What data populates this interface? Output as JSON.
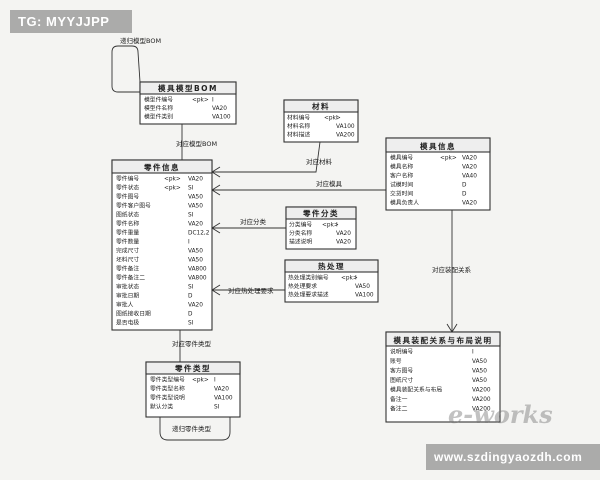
{
  "watermarks": {
    "top": "TG: MYYJJPP",
    "bottom": "www.szdingyaozdh.com"
  },
  "logo": {
    "text": "e-works"
  },
  "colors": {
    "line": "#333333",
    "fill": "#ffffff",
    "header": "#eeeeee",
    "text": "#222222"
  },
  "entities": [
    {
      "id": "bom",
      "title": "模具模型BOM",
      "rows": [
        {
          "name": "模型件编号",
          "key": "<pk>",
          "type": "I"
        },
        {
          "name": "模型件名称",
          "key": "",
          "type": "VA20"
        },
        {
          "name": "模型件类别",
          "key": "",
          "type": "VA100"
        }
      ]
    },
    {
      "id": "material",
      "title": "材料",
      "rows": [
        {
          "name": "材料编号",
          "key": "<pk>",
          "type": "I"
        },
        {
          "name": "材料名称",
          "key": "",
          "type": "VA100"
        },
        {
          "name": "材料描述",
          "key": "",
          "type": "VA200"
        }
      ]
    },
    {
      "id": "mold",
      "title": "模具信息",
      "rows": [
        {
          "name": "模具编号",
          "key": "<pk>",
          "type": "VA20"
        },
        {
          "name": "模具名称",
          "key": "",
          "type": "VA20"
        },
        {
          "name": "客户名称",
          "key": "",
          "type": "VA40"
        },
        {
          "name": "试模时间",
          "key": "",
          "type": "D"
        },
        {
          "name": "交货时间",
          "key": "",
          "type": "D"
        },
        {
          "name": "模具负责人",
          "key": "",
          "type": "VA20"
        }
      ]
    },
    {
      "id": "part",
      "title": "零件信息",
      "rows": [
        {
          "name": "零件编号",
          "key": "<pk>",
          "type": "VA20"
        },
        {
          "name": "零件状态",
          "key": "<pk>",
          "type": "SI"
        },
        {
          "name": "零件图号",
          "key": "",
          "type": "VA50"
        },
        {
          "name": "零件客户图号",
          "key": "",
          "type": "VA50"
        },
        {
          "name": "图纸状态",
          "key": "",
          "type": "SI"
        },
        {
          "name": "零件名称",
          "key": "",
          "type": "VA20"
        },
        {
          "name": "零件重量",
          "key": "",
          "type": "DC12,2"
        },
        {
          "name": "零件数量",
          "key": "",
          "type": "I"
        },
        {
          "name": "完成尺寸",
          "key": "",
          "type": "VA50"
        },
        {
          "name": "坯料尺寸",
          "key": "",
          "type": "VA50"
        },
        {
          "name": "零件备注",
          "key": "",
          "type": "VA800"
        },
        {
          "name": "零件备注二",
          "key": "",
          "type": "VA800"
        },
        {
          "name": "审批状态",
          "key": "",
          "type": "SI"
        },
        {
          "name": "审批日期",
          "key": "",
          "type": "D"
        },
        {
          "name": "审批人",
          "key": "",
          "type": "VA20"
        },
        {
          "name": "图纸接收日期",
          "key": "",
          "type": "D"
        },
        {
          "name": "是否电极",
          "key": "",
          "type": "SI"
        }
      ]
    },
    {
      "id": "category",
      "title": "零件分类",
      "rows": [
        {
          "name": "分类编号",
          "key": "<pk>",
          "type": "I"
        },
        {
          "name": "分类名称",
          "key": "",
          "type": "VA20"
        },
        {
          "name": "描述说明",
          "key": "",
          "type": "VA20"
        }
      ]
    },
    {
      "id": "heat",
      "title": "热处理",
      "rows": [
        {
          "name": "热处理类别编号",
          "key": "<pk>",
          "type": "I"
        },
        {
          "name": "热处理要求",
          "key": "",
          "type": "VA50"
        },
        {
          "name": "热处理要求描述",
          "key": "",
          "type": "VA100"
        }
      ]
    },
    {
      "id": "parttype",
      "title": "零件类型",
      "rows": [
        {
          "name": "零件类型编号",
          "key": "<pk>",
          "type": "I"
        },
        {
          "name": "零件类型名称",
          "key": "",
          "type": "VA20"
        },
        {
          "name": "零件类型说明",
          "key": "",
          "type": "VA100"
        },
        {
          "name": "默认分类",
          "key": "",
          "type": "SI"
        }
      ]
    },
    {
      "id": "assembly",
      "title": "模具装配关系与布局说明",
      "rows": [
        {
          "name": "说明编号",
          "key": "",
          "type": "I"
        },
        {
          "name": "账号",
          "key": "",
          "type": "VA50"
        },
        {
          "name": "客方图号",
          "key": "",
          "type": "VA50"
        },
        {
          "name": "图纸尺寸",
          "key": "",
          "type": "VA50"
        },
        {
          "name": "模具装配关系与布局",
          "key": "",
          "type": "VA200"
        },
        {
          "name": "备注一",
          "key": "",
          "type": "VA200"
        },
        {
          "name": "备注二",
          "key": "",
          "type": "VA200"
        }
      ]
    }
  ],
  "relations": {
    "bom_self": "递归模型BOM",
    "part_bom": "对应模型BOM",
    "part_material": "对应材料",
    "part_mold": "对应模具",
    "part_category": "对应分类",
    "part_heat": "对应热处理要求",
    "part_type": "对应零件类型",
    "type_self": "递归零件类型",
    "mold_assembly": "对应装配关系"
  }
}
